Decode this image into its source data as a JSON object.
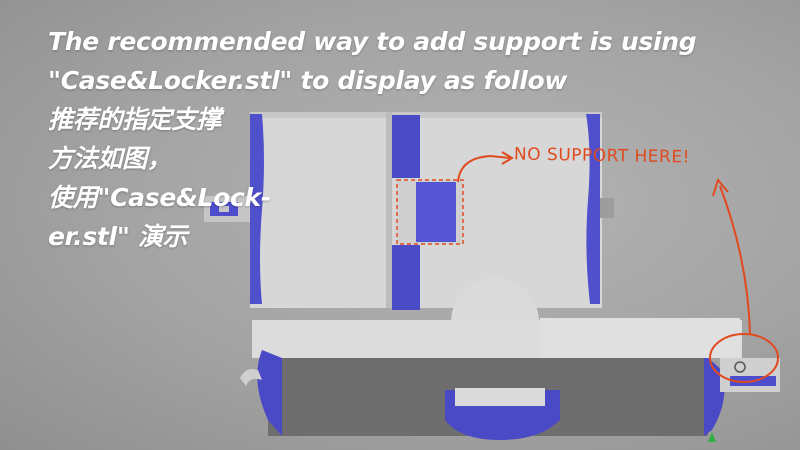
{
  "caption": {
    "en_line1": "The recommended way to add support is using",
    "en_line2": "\"Case&Locker.stl\" to display as follow",
    "zh_line1": "推荐的指定支撑",
    "zh_line2": "方法如图，",
    "zh_line3": "使用\"Case&Lock-",
    "zh_line4": "er.stl\" 演示"
  },
  "annotation": {
    "text": "NO SUPPORT HERE!"
  },
  "colors": {
    "model_gray": "#d4d4d4",
    "support_blue": "#4f4fd0",
    "annotation_red": "#e04a1e",
    "caption_text": "#ffffff"
  }
}
